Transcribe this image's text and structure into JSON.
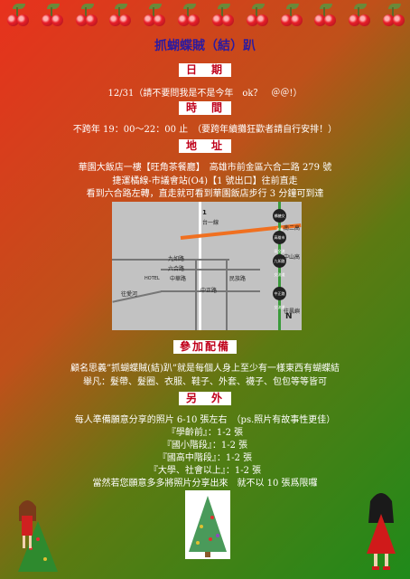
{
  "title": "抓蝴蝶賊（結）趴",
  "sections": {
    "date": {
      "label": "日　期",
      "lines": [
        "12/31（請不要問我是不是今年　ok？　＠＠!）"
      ]
    },
    "time": {
      "label": "時　間",
      "lines": [
        "不跨年 19：00～22：00 止　（要跨年續攤狂歡者請自行安排！）"
      ]
    },
    "place": {
      "label": "地　址",
      "lines": [
        "華園大飯店一樓【旺角茶餐廳】　高雄市前金區六合二路 279 號",
        "捷運橘線-市議會站(O4)【1 號出口】往前直走",
        "看到六合路左轉，直走就可看到華園飯店步行 3 分鐘可到達"
      ]
    },
    "dress": {
      "label": "參加配備",
      "lines": [
        "顧名思義”抓蝴蝶賊(結)趴”就是每個人身上至少有一樣東西有蝴蝶結",
        "舉凡：髮帶、髮圈、衣服、鞋子、外套、襪子、包包等等皆可"
      ]
    },
    "extra": {
      "label": "另　外",
      "lines": [
        "每人準備願意分享的照片 6-10 張左右　（ps.照片有故事性更佳）",
        "『學齡前』：1-2 張",
        "『國小階段』：1-2 張",
        "『國高中階段』：1-2 張",
        "『大學、社會以上』：1-2 張",
        "當然若您願意多多將照片分享出來　就不以 10 張爲限囉"
      ]
    }
  },
  "map": {
    "station_name": "橋糖交流道",
    "labels": {
      "interchange_top": "橋糖交流道",
      "road_1": "台一線",
      "road_2": "南二高",
      "road_3": "九如路",
      "road_4": "六合路",
      "road_5": "中華路",
      "road_6": "中正路",
      "road_7": "民族路",
      "road_8": "中山高",
      "road_9": "往愛河",
      "road_10": "往鳳嶼",
      "hotel": "HOTEL",
      "north": "N",
      "s1": "高雄市區交流道",
      "s2": "九如路交流道",
      "s3": "中正路交流道",
      "highway_no": "1"
    }
  },
  "colors": {
    "title": "#2b1aa0",
    "tag_text": "#c0001a"
  }
}
